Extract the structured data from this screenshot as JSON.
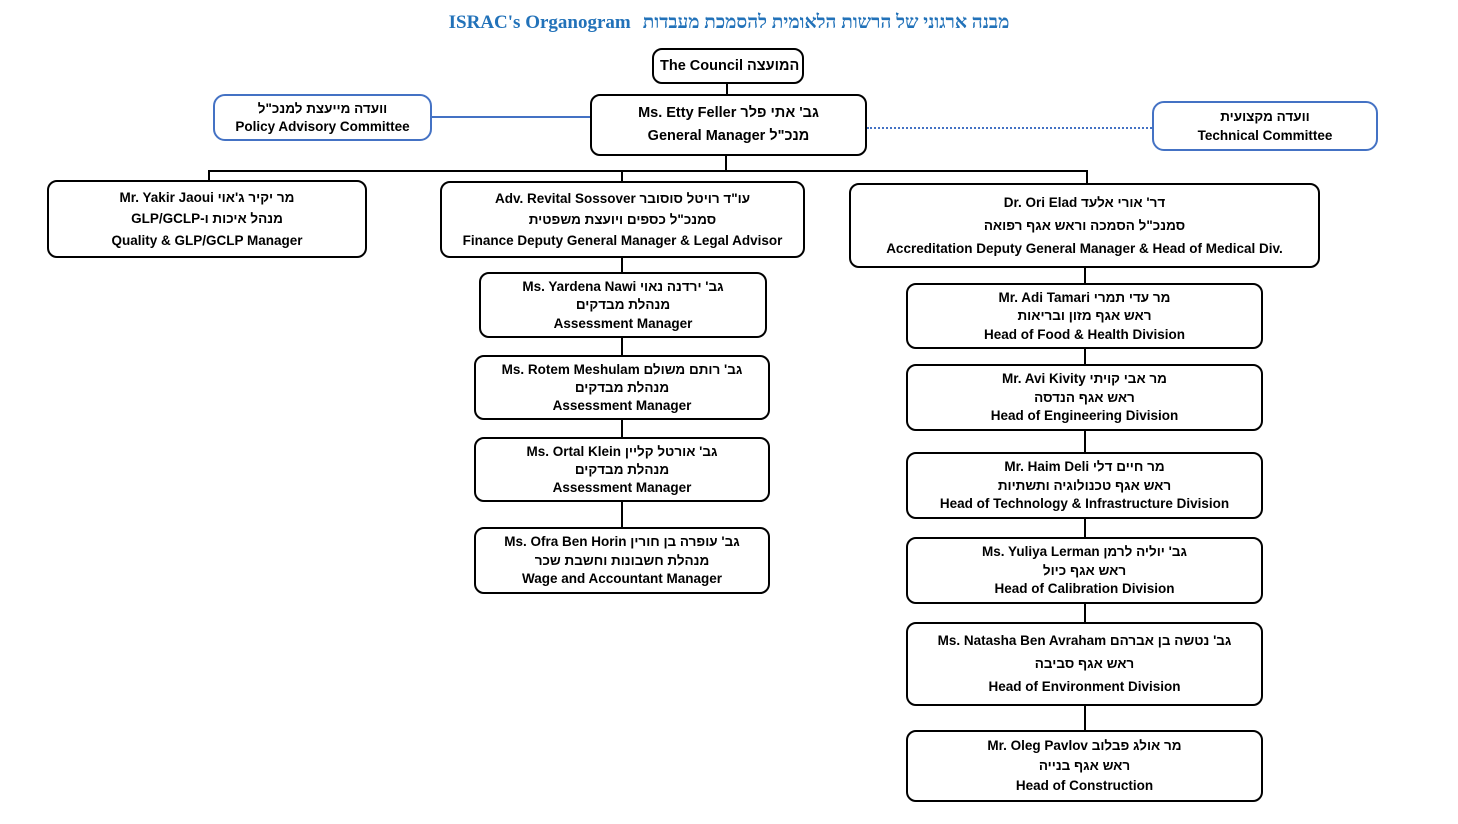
{
  "title": {
    "en": "ISRAC's Organogram",
    "he": "מבנה ארגוני של הרשות הלאומית להסמכת מעבדות"
  },
  "colors": {
    "title_blue": "#2272b9",
    "committee_border_blue": "#4472c4",
    "node_border": "#000000",
    "background": "#ffffff"
  },
  "committees": {
    "policy": {
      "lines": [
        "וועדה מייעצת למנכ\"ל",
        "Policy Advisory Committee"
      ]
    },
    "technical": {
      "lines": [
        "וועדה מקצועית",
        "Technical Committee"
      ]
    }
  },
  "nodes": {
    "council": {
      "lines": [
        "The Council המועצה"
      ]
    },
    "gm": {
      "lines": [
        "Ms. Etty Feller  גב' אתי פלר",
        "General Manager  מנכ\"ל"
      ]
    },
    "yakir": {
      "lines": [
        "Mr. Yakir Jaoui  מר יקיר ג'אוי",
        "מנהל איכות ו-GLP/GCLP",
        "Quality & GLP/GCLP Manager"
      ]
    },
    "revital": {
      "lines": [
        "Adv. Revital Sossover עו\"ד רויטל סוסובר",
        "סמנכ\"ל כספים ויועצת משפטית",
        "Finance Deputy General Manager & Legal Advisor"
      ]
    },
    "ori": {
      "lines": [
        "Dr. Ori Elad דר' אורי אלעד",
        "סמנכ\"ל הסמכה וראש אגף רפואה",
        "Accreditation Deputy General Manager & Head of Medical Div."
      ]
    },
    "yardena": {
      "lines": [
        "Ms. Yardena Nawi גב' ירדנה נאוי",
        "מנהלת מבדקים",
        "Assessment Manager"
      ]
    },
    "rotem": {
      "lines": [
        "Ms. Rotem Meshulam גב' רותם משולם",
        "מנהלת מבדקים",
        "Assessment Manager"
      ]
    },
    "ortal": {
      "lines": [
        "Ms. Ortal Klein גב' אורטל קליין",
        "מנהלת מבדקים",
        "Assessment Manager"
      ]
    },
    "ofra": {
      "lines": [
        "Ms. Ofra Ben Horin גב' עופרה בן חורין",
        "מנהלת חשבונות וחשבת שכר",
        "Wage and Accountant Manager"
      ]
    },
    "adi": {
      "lines": [
        "Mr. Adi Tamari מר עדי תמרי",
        "ראש אגף מזון ובריאות",
        "Head of Food & Health Division"
      ]
    },
    "avi": {
      "lines": [
        "Mr. Avi Kivity מר אבי קויתי",
        "ראש אגף הנדסה",
        "Head of Engineering Division"
      ]
    },
    "haim": {
      "lines": [
        "Mr. Haim Deli מר חיים דלי",
        "ראש אגף טכנולוגיה ותשתיות",
        "Head of Technology & Infrastructure Division"
      ]
    },
    "yuliya": {
      "lines": [
        "Ms. Yuliya Lerman גב' יוליה לרמן",
        "ראש אגף כיול",
        "Head of Calibration Division"
      ]
    },
    "natasha": {
      "lines": [
        "Ms. Natasha Ben Avraham גב' נטשה בן אברהם",
        "ראש אגף סביבה",
        "Head of Environment Division"
      ]
    },
    "oleg": {
      "lines": [
        "Mr. Oleg Pavlov מר אולג פבלוב",
        "ראש אגף בנייה",
        "Head of Construction"
      ]
    }
  }
}
